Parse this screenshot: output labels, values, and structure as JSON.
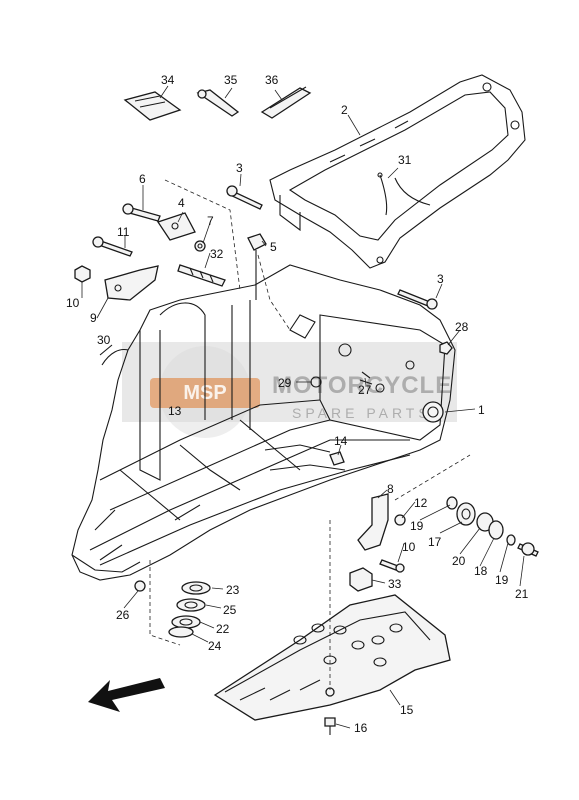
{
  "diagram": {
    "callouts": [
      "1",
      "2",
      "3",
      "3",
      "4",
      "5",
      "6",
      "7",
      "8",
      "9",
      "10",
      "10",
      "11",
      "12",
      "13",
      "14",
      "15",
      "16",
      "17",
      "18",
      "19",
      "19",
      "20",
      "21",
      "22",
      "23",
      "24",
      "25",
      "26",
      "27",
      "28",
      "29",
      "30",
      "31",
      "32",
      "33",
      "34",
      "35",
      "36"
    ]
  },
  "watermark": {
    "line1": "MOTORCYCLE",
    "line2": "SPARE PARTS",
    "logo_text": "MSP"
  },
  "colors": {
    "line": "#1a1a1a",
    "watermark": "#9a9a9a",
    "watermark_accent": "#e07a2e"
  },
  "icons": [
    "direction-arrow-icon"
  ]
}
